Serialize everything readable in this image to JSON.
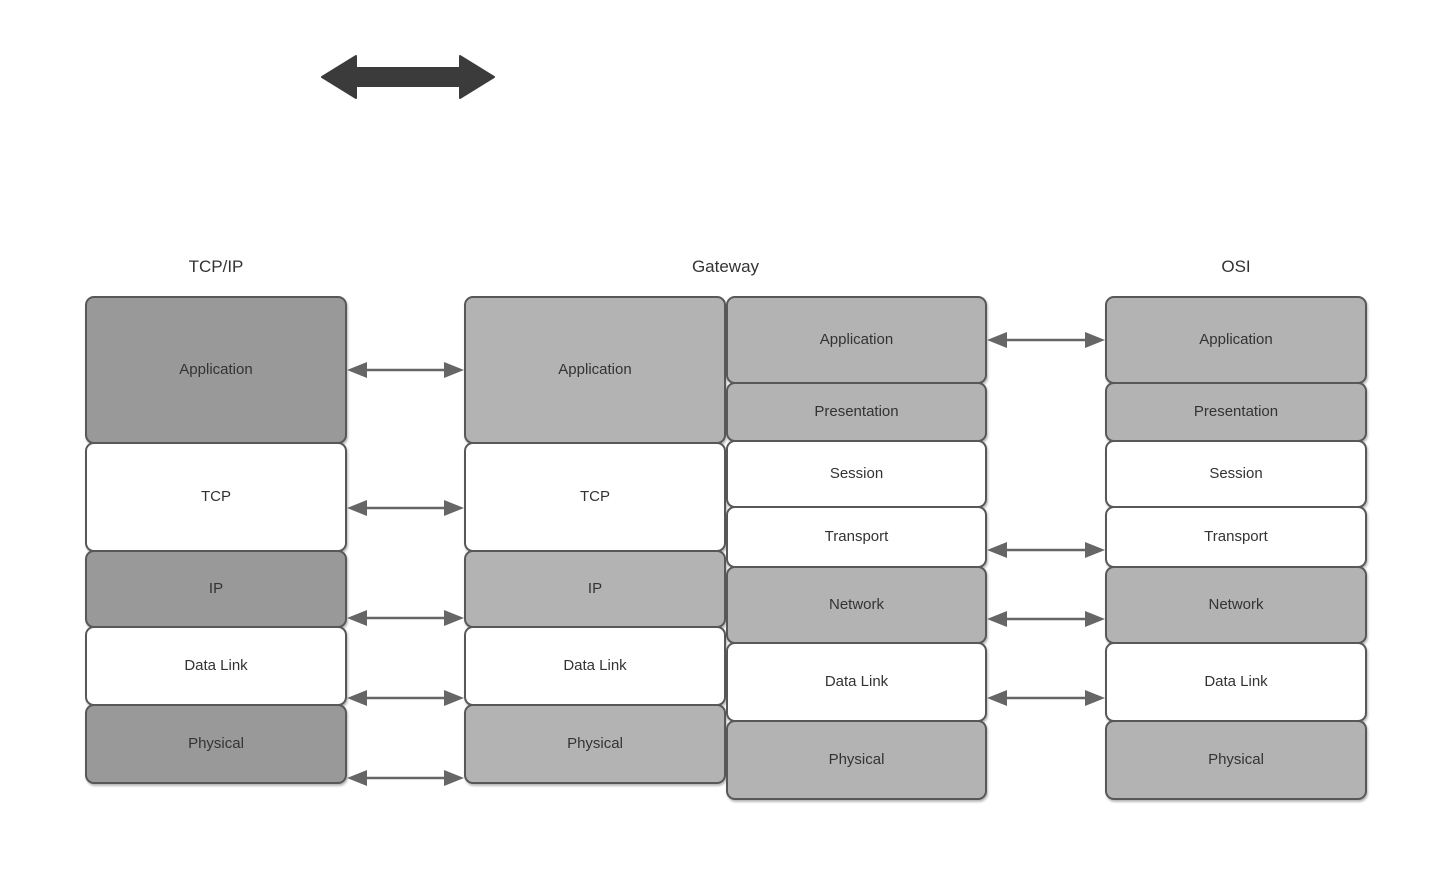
{
  "diagram": {
    "title_text": "",
    "colors": {
      "shade_dark": "#999999",
      "shade_light": "#b3b3b3",
      "white": "#ffffff",
      "border": "#585858",
      "arrow": "#666666",
      "top_arrow": "#3b3b3b",
      "text": "#333333"
    }
  },
  "top_arrow": {
    "name": "double-headed-arrow",
    "direction": "bidirectional"
  },
  "columns": {
    "tcpip": {
      "title": "TCP/IP",
      "layers": [
        {
          "label": "Application",
          "shade": "dark"
        },
        {
          "label": "TCP",
          "shade": "white"
        },
        {
          "label": "IP",
          "shade": "dark"
        },
        {
          "label": "Data Link",
          "shade": "white"
        },
        {
          "label": "Physical",
          "shade": "dark"
        }
      ]
    },
    "gateway": {
      "title": "Gateway",
      "left_layers": [
        {
          "label": "Application",
          "shade": "light"
        },
        {
          "label": "TCP",
          "shade": "white"
        },
        {
          "label": "IP",
          "shade": "light"
        },
        {
          "label": "Data Link",
          "shade": "white"
        },
        {
          "label": "Physical",
          "shade": "light"
        }
      ],
      "right_layers": [
        {
          "label": "Application",
          "shade": "light"
        },
        {
          "label": "Presentation",
          "shade": "light"
        },
        {
          "label": "Session",
          "shade": "white"
        },
        {
          "label": "Transport",
          "shade": "white"
        },
        {
          "label": "Network",
          "shade": "light"
        },
        {
          "label": "Data Link",
          "shade": "white"
        },
        {
          "label": "Physical",
          "shade": "light"
        }
      ]
    },
    "osi": {
      "title": "OSI",
      "layers": [
        {
          "label": "Application",
          "shade": "light"
        },
        {
          "label": "Presentation",
          "shade": "light"
        },
        {
          "label": "Session",
          "shade": "white"
        },
        {
          "label": "Transport",
          "shade": "white"
        },
        {
          "label": "Network",
          "shade": "light"
        },
        {
          "label": "Data Link",
          "shade": "white"
        },
        {
          "label": "Physical",
          "shade": "light"
        }
      ]
    }
  },
  "connectors": {
    "left": [
      {
        "from": "Application",
        "to": "Application"
      },
      {
        "from": "TCP",
        "to": "TCP"
      },
      {
        "from": "IP",
        "to": "IP"
      },
      {
        "from": "Data Link",
        "to": "Data Link"
      },
      {
        "from": "Physical",
        "to": "Physical"
      }
    ],
    "right": [
      {
        "from": "Application",
        "to": "Application"
      },
      {
        "from": "Transport",
        "to": "Transport"
      },
      {
        "from": "Network",
        "to": "Network"
      },
      {
        "from": "Data Link",
        "to": "Data Link"
      }
    ]
  }
}
